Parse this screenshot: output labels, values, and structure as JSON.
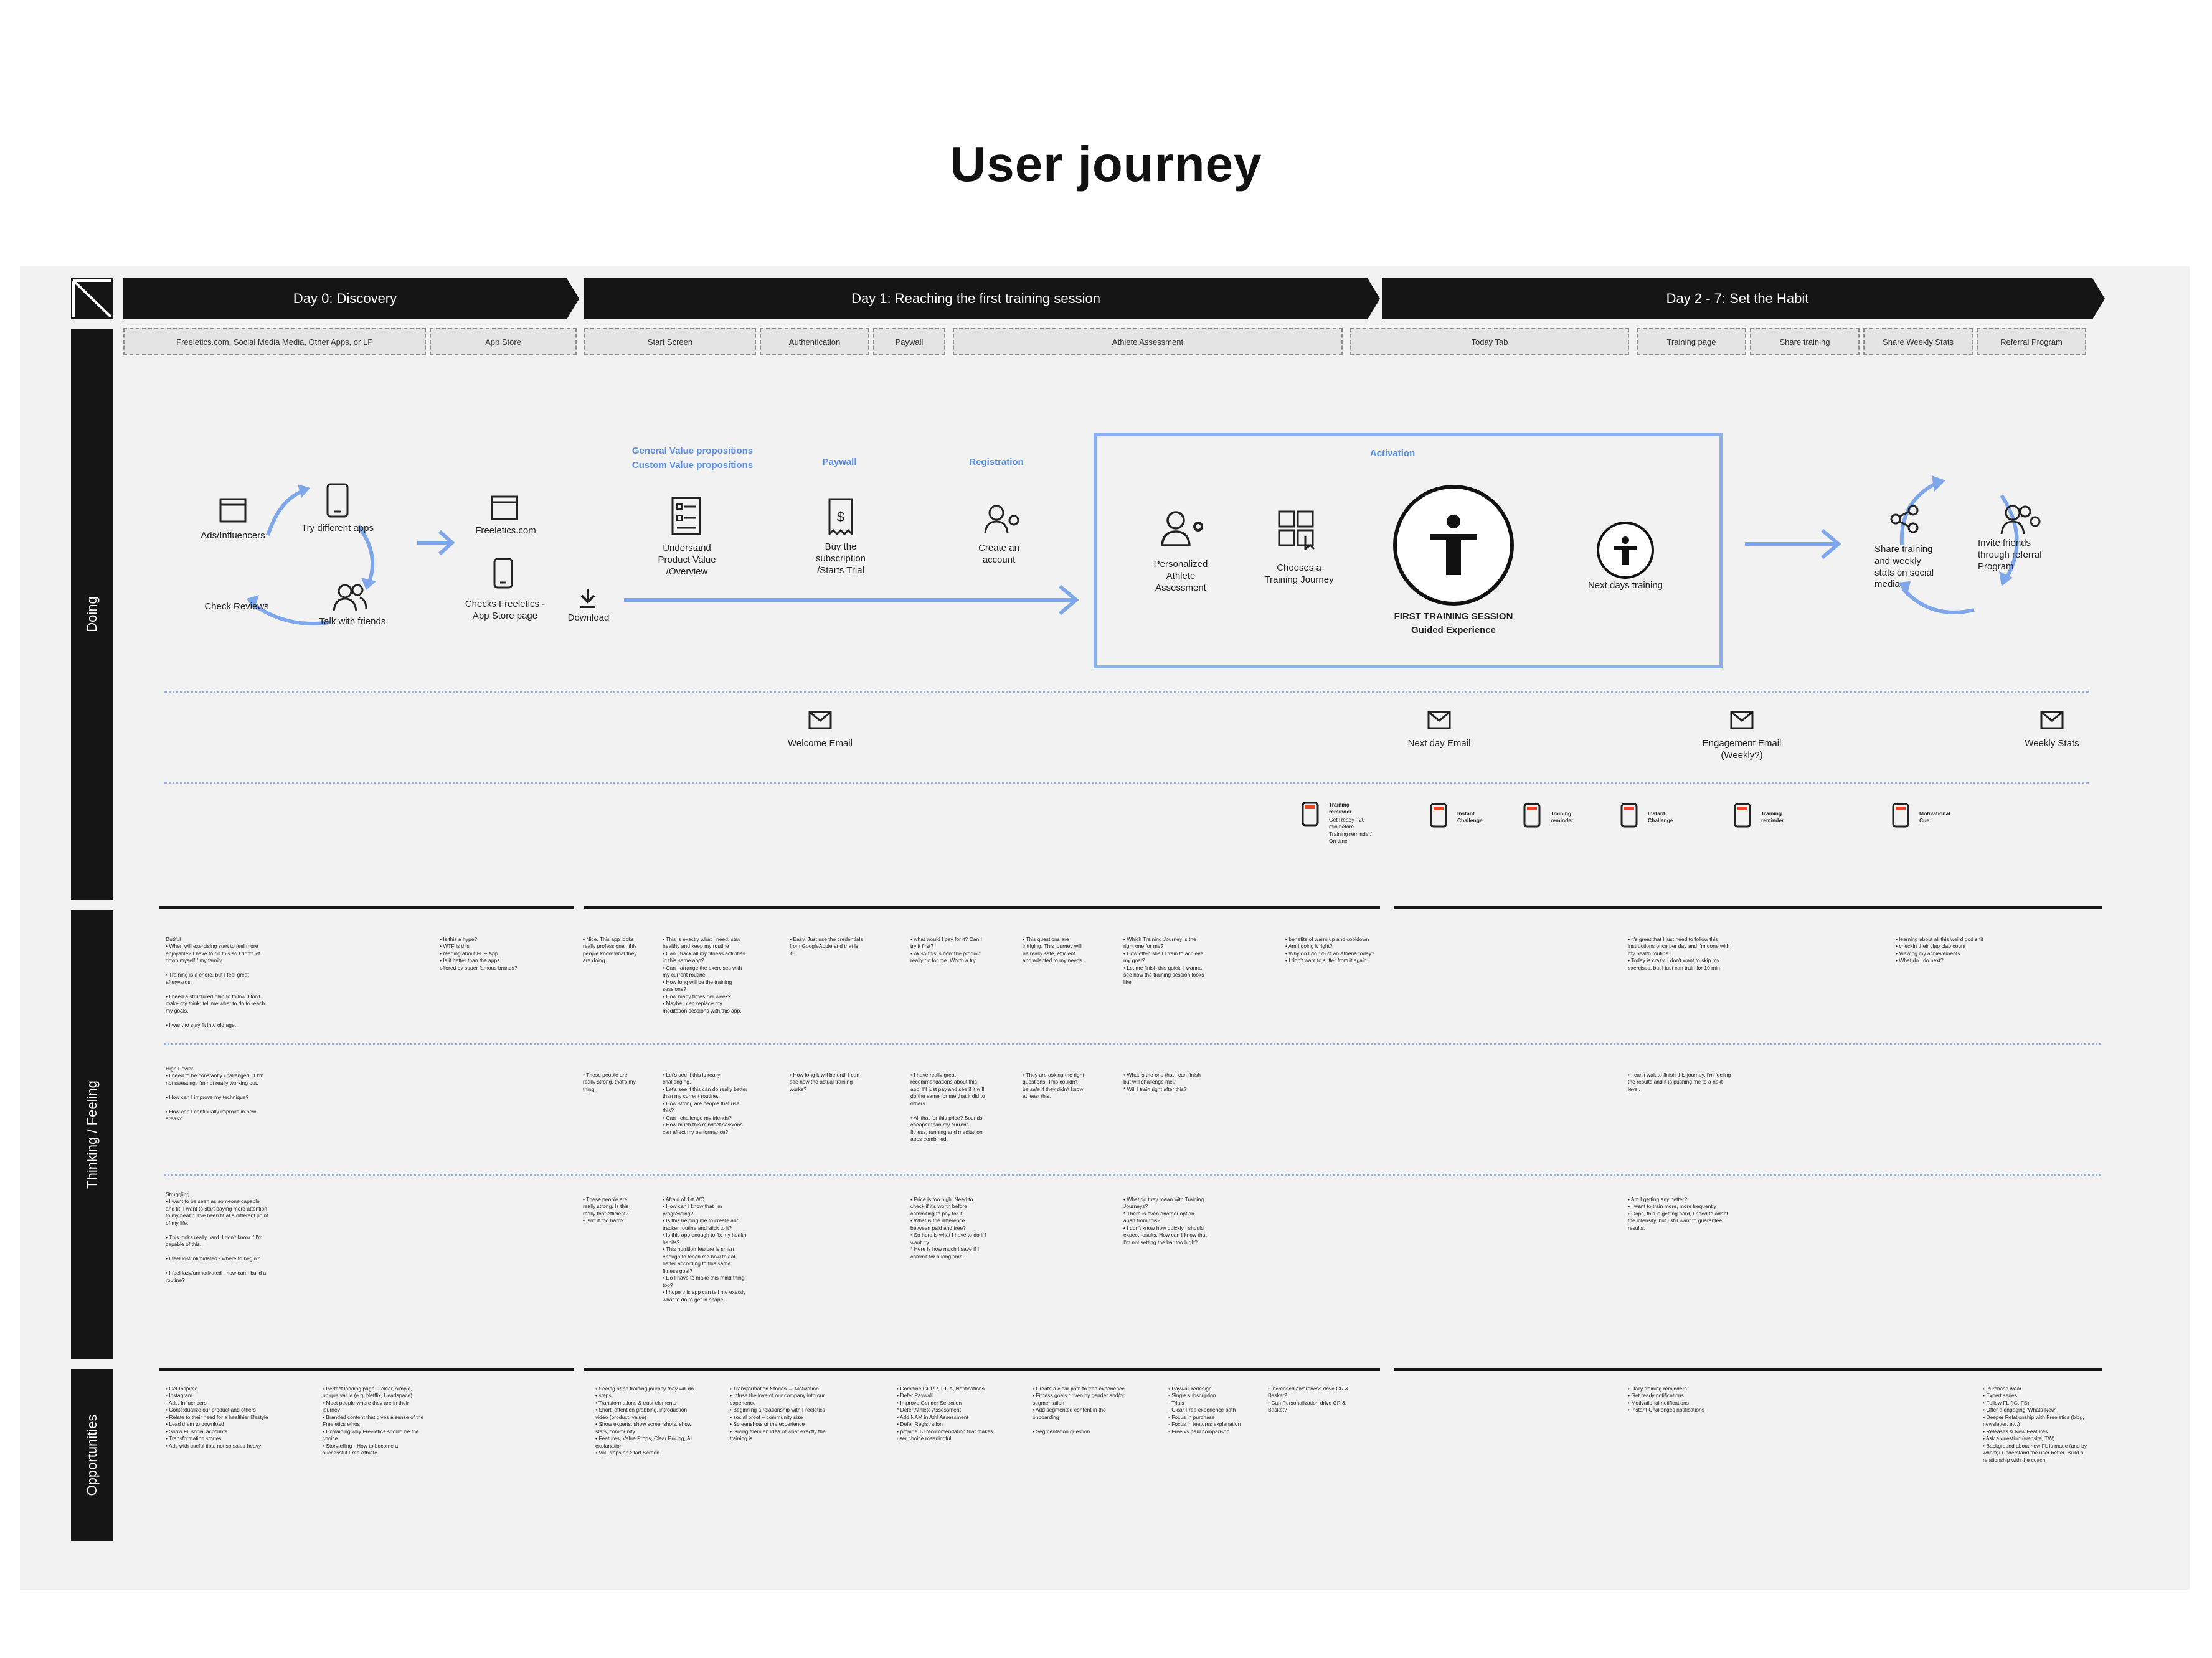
{
  "title": "User journey",
  "phases": [
    "Day 0: Discovery",
    "Day 1:  Reaching the first training session",
    "Day 2 - 7: Set the Habit"
  ],
  "touchpoints": [
    "Freeletics.com, Social Media Media, Other Apps, or LP",
    "App Store",
    "Start Screen",
    "Authentication",
    "Paywall",
    "Athlete Assessment",
    "Today Tab",
    "Training page",
    "Share training",
    "Share Weekly Stats",
    "Referral Program"
  ],
  "rows": [
    "Doing",
    "Thinking / Feeling",
    "Opportunities"
  ],
  "doing": {
    "discovery": {
      "ads": "Ads/Influencers",
      "try_apps": "Try different apps",
      "check_reviews": "Check Reviews",
      "talk_friends": "Talk with friends",
      "site": "Freeletics.com",
      "store": "Checks Freeletics -\nApp Store page",
      "download": "Download"
    },
    "values_title": "General Value propositions\nCustom Value propositions",
    "values": "Understand\nProduct Value\n/Overview",
    "paywall_title": "Paywall",
    "paywall": "Buy the\nsubscription\n/Starts Trial",
    "registration_title": "Registration",
    "registration": "Create an\naccount",
    "activation_title": "Activation",
    "assessment": "Personalized\nAthlete\nAssessment",
    "journey": "Chooses a\nTraining Journey",
    "first_session": "FIRST TRAINING SESSION",
    "guided": "Guided Experience",
    "next_days": "Next days  training",
    "share": "Share training\nand weekly\nstats on social\nmedia",
    "invite": "Invite friends\nthrough referral\nProgram"
  },
  "emails": [
    "Welcome Email",
    "Next day Email",
    "Engagement Email\n(Weekly?)",
    "Weekly Stats"
  ],
  "push": [
    {
      "title": "Training\nreminder",
      "body": "Get Ready - 20\nmin before\nTraining reminder/\nOn time"
    },
    {
      "title": "Instant\nChallenge",
      "body": ""
    },
    {
      "title": "Training\nreminder",
      "body": ""
    },
    {
      "title": "Instant\nChallenge",
      "body": ""
    },
    {
      "title": "Training\nreminder",
      "body": ""
    },
    {
      "title": "Motivational\nCue",
      "body": ""
    }
  ],
  "thinking": {
    "dutiful": [
      "Dutiful\n• When will exercising start to feel more\nenjoyable? I have to do this so I don't let\ndown myself / my family.\n\n• Training is a chore, but I feel great\nafterwards.\n\n• I need a structured plan to follow. Don't\nmake my think; tell me what to do to reach\nmy goals.\n\n• I want to stay fit into old age.",
      "• Is this a hype?\n• WTF is this\n• reading about FL + App\n• Is it better than the apps\noffered by super famous brands?",
      "• Nice. This app looks\nreally professional, this\npeople know what they\nare doing.",
      "• This is exactly what I need: stay\nhealthy and keep my routine\n• Can I track all my fitness activities\nin this same app?\n• Can I arrange the exercises with\nmy current routine\n• How long will be the training\nsessions?\n• How many times per week?\n• Maybe I can replace my\nmeditation sessions with this app.",
      "• Easy. Just use the credentials\nfrom GoogleApple and that is\nit.",
      "• what would I pay for it? Can I\ntry it first?\n• ok so this is how the product\nreally do for me. Worth a try.",
      "• This questions are\nintriging. This journey will\nbe really safe, efficient\nand adapted to my needs.",
      "• Which Training Journey is the\nright one for me?\n• How often shall I train to achieve\nmy goal?\n• Let me finish this quick, I wanna\nsee how the training session looks\nlike",
      "• benefits of warm up and cooldown\n• Am I doing it right?\n• Why do I do 1/5 of an Athena today?\n• I don't want to suffer from it again",
      "• it's great that I just need to follow this\ninstructions once per day and I'm done with\nmy health routine.\n• Today is crazy, I don't want to skip my\nexercises, but I just can  train for 10 min",
      "• learning about all this weird god shit\n• checkin their clap clap count\n• Viewing my achievements\n• What do I do next?"
    ],
    "high": [
      "High Power\n• I need to be constantly challenged. If I'm\nnot sweating, I'm not really working out.\n\n• How can I improve my technique?\n\n• How can I continually improve in new\nareas?",
      "• These people are\nreally strong, that's my\nthing.",
      "• Let's see if this is really\nchallenging.\n• Let's see if this can do really better\nthan my current routine.\n• How strong are people that use\nthis?\n• Can I challenge my friends?\n• How much this mindset sessions\ncan affect my performance?",
      "• How long it will be until I can\nsee how the actual training\nworks?",
      "• I have really great\nrecommendations about this\napp. I'll just pay and see if it will\ndo the same for me that it did to\nothers.\n\n• All that for this price? Sounds\ncheaper than my current\nfitness, running and meditation\napps combined.",
      "• They are asking the right\nquestions. This couldn't\nbe safe if they didn't know\nat least this.",
      "• What is the one that I can  finish\nbut will challenge me?\n* Will I train right after this?",
      "• I can't wait to finish this journey. I'm feeling\nthe results and it is pushing me to a next\nlevel."
    ],
    "struggling": [
      "Struggling\n• I want to be seen as someone capable\nand fit. I want to start paying more attention\nto my health. I've been fit at a different point\nof my life.\n\n• This looks really hard. I don't know if I'm\ncapable of this.\n\n• I feel lost/intimidated - where to begin?\n\n• I feel lazy/unmotivated - how can I build a\nroutine?",
      "• These people are\nreally strong. Is this\nreally that efficient?\n• Isn't it too hard?",
      "• Afraid of 1st WO\n• How can I know that I'm\nprogressing?\n• Is this helping me to create and\ntracker routine and stick to it?\n• Is this app enough to fix my health\nhabits?\n• This nutrition feature is smart\nenough to teach me how to eat\nbetter according to this same\nfitness goal?\n• Do I have to make this mind thing\ntoo?\n• I hope this app can tell me exactly\nwhat to do to get in shape.",
      "• Price is too high. Need to\ncheck if it's worth before\ncommiting to pay for it.\n• What is the difference\nbetween paid and free?\n• So here is what I have to do if I\nwant try\n* Here is how much I save if I\ncommit for a long time",
      "• What do they mean with Training\nJourneys?\n* There is even another option\napart from this?\n• I don't know how quickly I should\nexpect results. How can I know that\nI'm not setting the bar too high?",
      "• Am I getting any better?\n• I want to train more, more frequently\n• Oops, this is getting hard, I need to adapt\nthe intensity, but I still want to guarantee\nresults."
    ]
  },
  "opportunities": [
    "• Get Inspired\n  - Instagram\n  - Ads, Influencers\n• Contextualize our product and others\n• Relate to their need for a healthier lifestyle\n• Lead them to download\n• Show FL social accounts\n• Transformation stories\n• Ads with useful tips, not so sales-heavy",
    "• Perfect landing page —clear, simple,\nunique value (e.g. Netflix, Headspace)\n• Meet people where they are in their\njourney\n• Branded content that gives a sense of the\nFreeletics ethos\n• Explaining why Freeletics should be the\nchoice\n• Storytelling - How to become a\nsuccessful Free Athlete",
    "• Seeing a/the training journey they will do\n• steps\n• Transformations & trust elements\n• Short, attention grabbing, introduction\nvideo (product, value)\n• Show experts, show screenshots, show\nstats, community\n• Features, Value Props, Clear Pricing, AI\nexplanation\n• Val Props on Start Screen",
    "• Transformation Stories → Motivation\n• Infuse the love of our company into our\nexperience\n• Beginning a relationship with Freeletics\n• social proof + community size\n• Screenshots of the experience\n• Giving them an idea of what exactly the\ntraining is",
    "• Combine GDPR, IDFA, Notifications\n• Defer Paywall\n• Improve Gender Selection\n* Defer Athlete Assessment\n• Add NAM in Athl Assessment\n• Defer Registration\n• provide TJ recommendation that makes\nuser choice meaningful",
    "• Create a clear path to free experience\n• Fitness goals driven by gender and/or\nsegmentation\n• Add segmented content in the\nonboarding\n\n• Segmentation question",
    "• Paywall redesign\n  - Single subscription\n  - Trials\n  - Clear Free experience path\n  - Focus in purchase\n  - Focus in features explanation\n  - Free vs paid comparison",
    "• Increased awareness drive CR &\nBasket?\n• Can Personalization drive CR &\nBasket?",
    "• Daily training reminders\n• Get ready notifications\n• Motivational notifications\n• Instant Challenges notifications",
    "• Purchase wear\n• Expert series\n• Follow FL (IG, FB)\n• Offer a engaging 'Whats New'\n• Deeper Relationship with Freeletics (blog,\nnewsletter, etc.)\n• Releases & New Features\n• Ask a question (website, TW)\n• Background about how FL is made (and by\nwhom)/ Understand the user better. Build a\nrelationship with the coach."
  ],
  "colors": {
    "dark": "#151515",
    "board": "#f2f2f2",
    "accent": "#7ea6ea",
    "activation_border": "#8bb0ee"
  }
}
